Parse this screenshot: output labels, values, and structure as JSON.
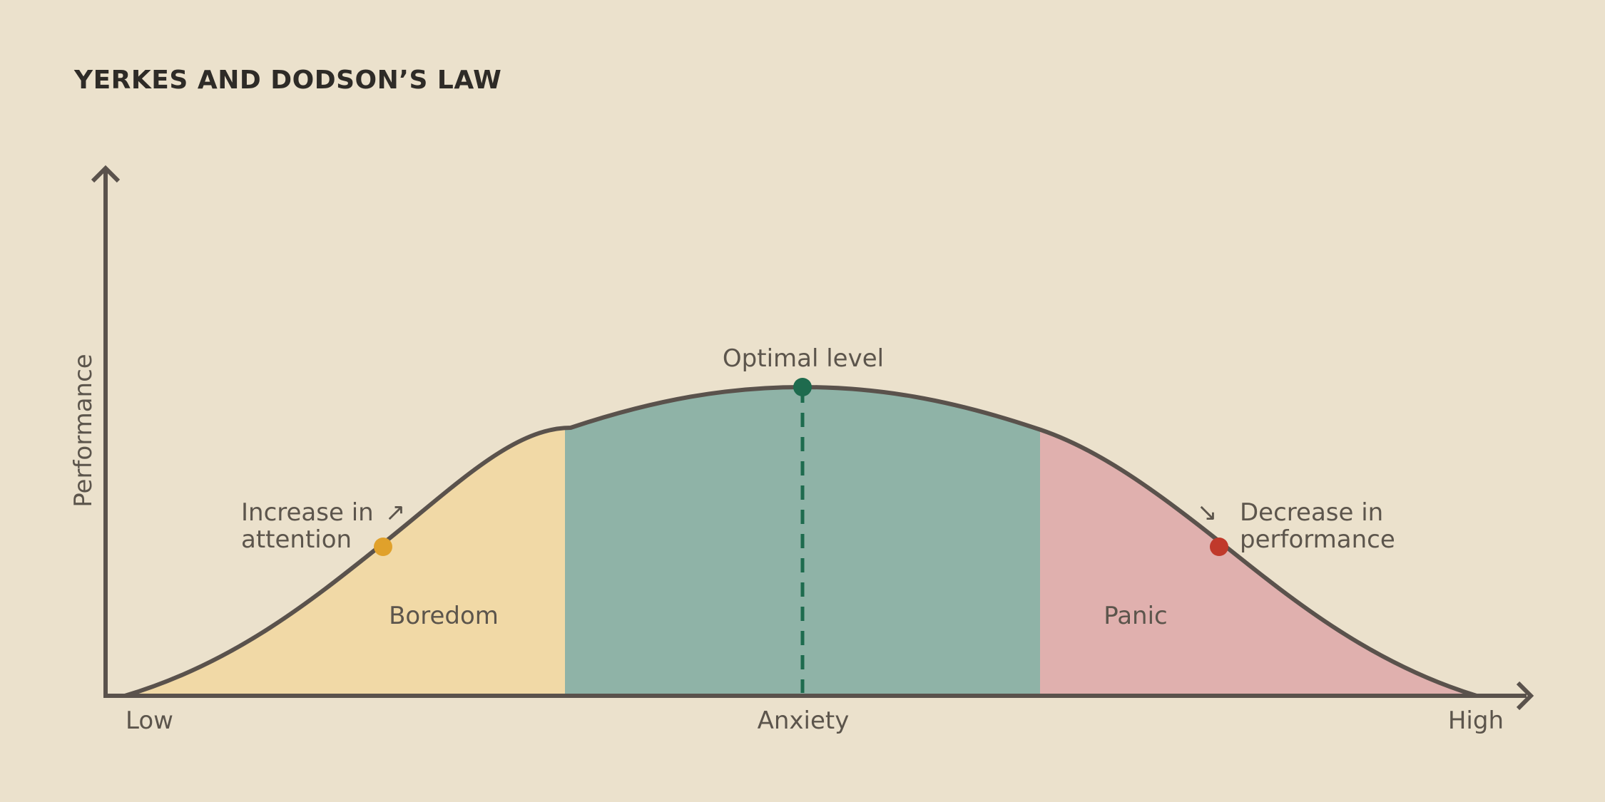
{
  "title": "YERKES AND DODSON’S LAW",
  "colors": {
    "background": "#ebe1cc",
    "axis": "#5a524c",
    "boredom_fill": "#f1d9a6",
    "optimal_fill": "#8fb3a7",
    "panic_fill": "#e0b0ae",
    "optimal_dot": "#1e6b4e",
    "attention_dot": "#e0a12b",
    "decrease_dot": "#c0392b"
  },
  "chart_data": {
    "type": "area",
    "title": "YERKES AND DODSON’S LAW",
    "xlabel": "Anxiety",
    "ylabel": "Performance",
    "x_tick_labels": [
      "Low",
      "High"
    ],
    "curve": "bell (inverted-U)",
    "x": [
      0,
      0.1,
      0.2,
      0.3,
      0.4,
      0.5,
      0.6,
      0.7,
      0.8,
      0.9,
      1.0
    ],
    "y": [
      0,
      0.14,
      0.38,
      0.68,
      0.92,
      1.0,
      0.92,
      0.68,
      0.38,
      0.14,
      0
    ],
    "regions": [
      {
        "name": "Boredom",
        "x_start": 0.0,
        "x_end": 0.335,
        "color": "#f1d9a6"
      },
      {
        "name": "Optimal",
        "x_start": 0.335,
        "x_end": 0.685,
        "color": "#8fb3a7"
      },
      {
        "name": "Panic",
        "x_start": 0.685,
        "x_end": 1.0,
        "color": "#e0b0ae"
      }
    ],
    "annotations": [
      {
        "text": "Optimal level",
        "x": 0.5,
        "y": 1.0,
        "marker_color": "#1e6b4e",
        "dashed_line": true
      },
      {
        "text": "Increase in attention",
        "x": 0.2,
        "y": 0.48,
        "arrow": "up-right",
        "marker_color": "#e0a12b"
      },
      {
        "text": "Decrease in performance",
        "x": 0.8,
        "y": 0.48,
        "arrow": "down-right",
        "marker_color": "#c0392b"
      }
    ],
    "grid": false,
    "legend": "none"
  },
  "labels": {
    "y_axis": "Performance",
    "x_axis": "Anxiety",
    "x_low": "Low",
    "x_high": "High",
    "region_boredom": "Boredom",
    "region_panic": "Panic",
    "optimal": "Optimal level",
    "increase_line1": "Increase in",
    "increase_line2": "attention",
    "decrease_line1": "Decrease in",
    "decrease_line2": "performance",
    "arrow_up": "↗",
    "arrow_down": "↘"
  }
}
